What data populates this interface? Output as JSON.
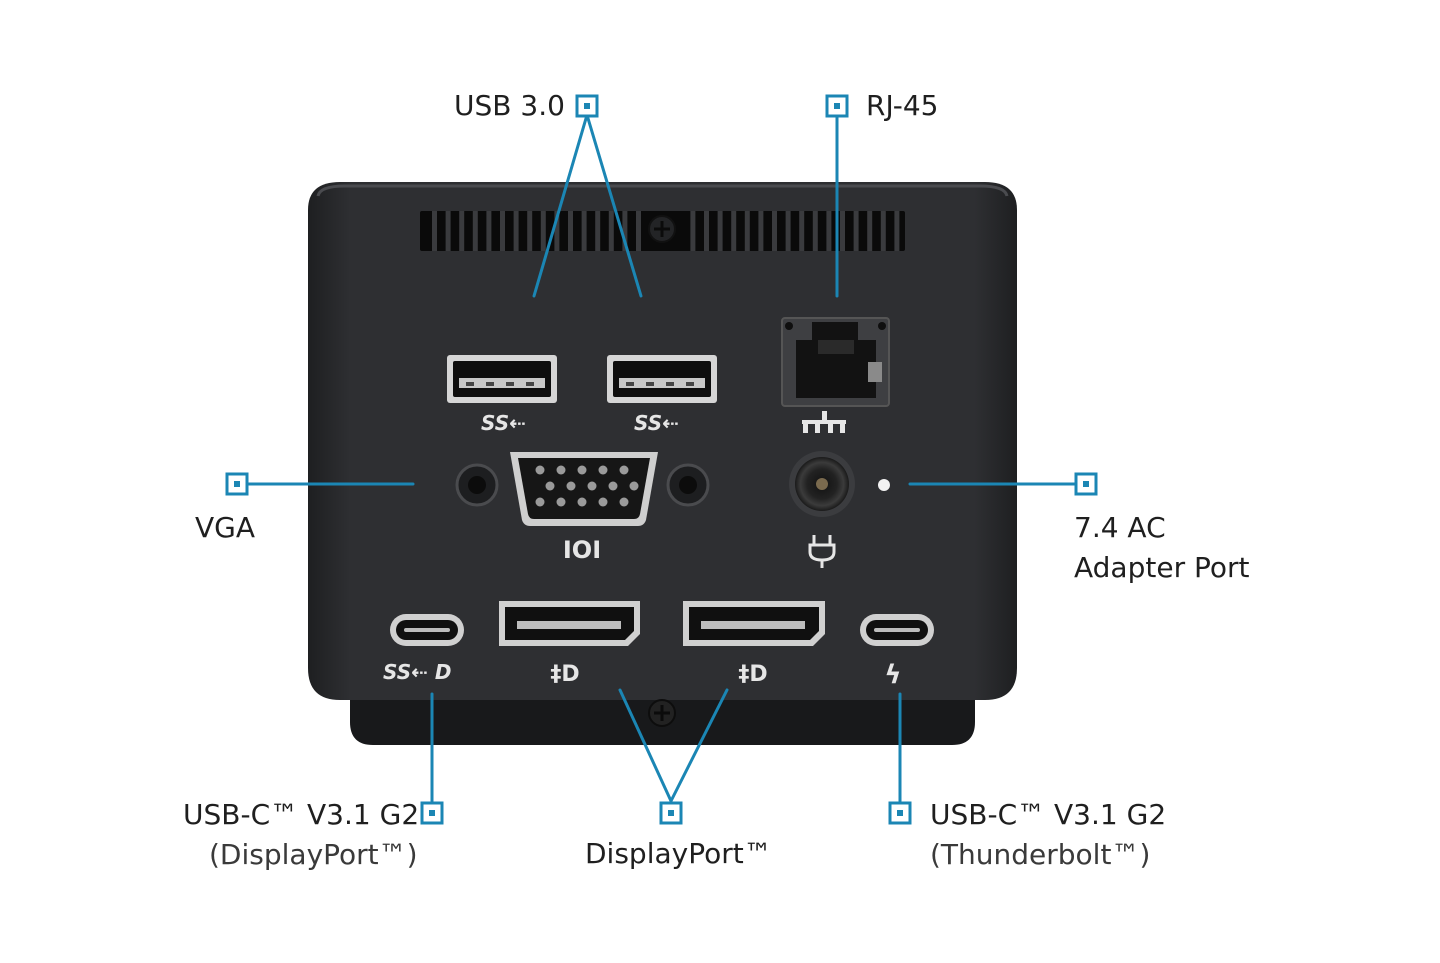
{
  "callouts": {
    "usb3": {
      "title": "USB 3.0"
    },
    "rj45": {
      "title": "RJ-45"
    },
    "vga": {
      "title": "VGA"
    },
    "ac": {
      "title": "7.4 AC",
      "subtitle": "Adapter Port"
    },
    "usbc_dp": {
      "title": "USB-C™ V3.1 G2",
      "subtitle": "(DisplayPort™)"
    },
    "displayport": {
      "title": "DisplayPort™"
    },
    "usbc_tb": {
      "title": "USB-C™ V3.1 G2",
      "subtitle": "(Thunderbolt™)"
    }
  },
  "port_symbols": {
    "usb_a": "SS⇠",
    "usb_c_left": "SS⇠ D",
    "displayport": "‡D",
    "vga": "IOI",
    "thunderbolt": "ϟ"
  },
  "colors": {
    "callout": "#1b86b4",
    "dock_body": "#2c2d2f",
    "dock_top": "#3a3b3e",
    "dock_base": "#1a1b1d",
    "port_metal": "#d9d9d9",
    "text": "#1f1f1f"
  }
}
